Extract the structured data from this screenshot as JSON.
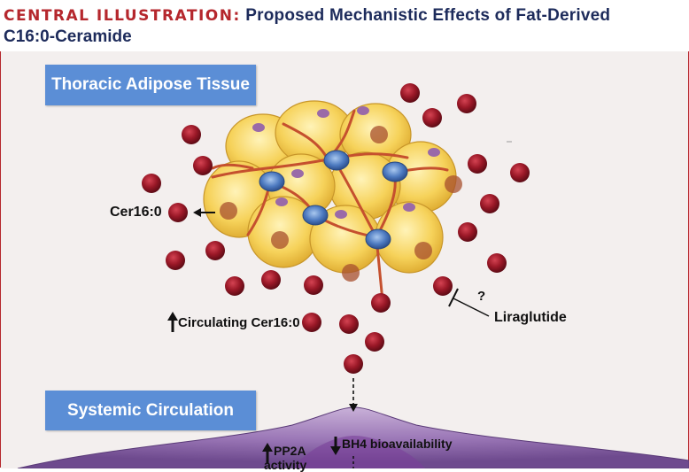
{
  "title": {
    "prefix": "CENTRAL ILLUSTRATION:",
    "line1": "Proposed Mechanistic Effects of Fat-Derived",
    "line2": "C16:0-Ceramide"
  },
  "labels": {
    "thoracic_adipose": "Thoracic Adipose Tissue",
    "systemic_circulation": "Systemic Circulation",
    "cer16": "Cer16:0",
    "circulating": "Circulating Cer16:0",
    "liraglutide": "Liraglutide",
    "question": "?",
    "pp2a_line1": "PP2A",
    "pp2a_line2": "activity",
    "bh4": "BH4 bioavailability"
  },
  "colors": {
    "title_red": "#b5272d",
    "title_blue": "#1d2b5b",
    "label_box": "#5b8ed6",
    "ceramide": "#8e1523",
    "adipocyte": "#f3c94a",
    "vessel": "#c5502e",
    "nucleus": "#4a73b8"
  },
  "icons": [
    "arrow-up-icon",
    "arrow-down-icon",
    "arrow-left-icon",
    "inhibit-icon",
    "dashed-arrow-down-icon"
  ]
}
